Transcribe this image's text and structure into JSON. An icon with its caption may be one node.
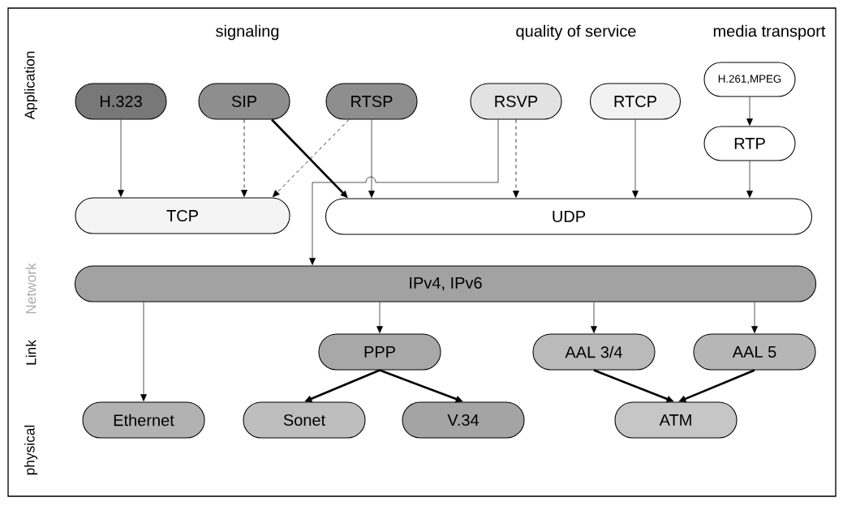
{
  "diagram": {
    "nodes": [
      {
        "text": [
          "H.323"
        ]
      },
      {
        "text": [
          "SIP"
        ]
      },
      {
        "text": [
          "RTSP"
        ]
      },
      {
        "text": [
          "RSVP"
        ]
      },
      {
        "text": [
          "RTCP"
        ]
      },
      {
        "text": [
          "H.261,MPEG"
        ]
      },
      {
        "text": [
          "RTP"
        ]
      },
      {
        "text": [
          "TCP"
        ]
      },
      {
        "text": [
          "UDP"
        ]
      },
      {
        "text": [
          "IPv4, IPv6"
        ]
      },
      {
        "text": [
          "PPP"
        ]
      },
      {
        "text": [
          "AAL 3/4"
        ]
      },
      {
        "text": [
          "AAL 5"
        ]
      },
      {
        "text": [
          "Ethernet"
        ]
      },
      {
        "text": [
          "Sonet"
        ]
      },
      {
        "text": [
          "V.34"
        ]
      },
      {
        "text": [
          "ATM"
        ]
      }
    ],
    "edges": [
      {
        "from": 0,
        "to": 7,
        "arrow": "to"
      },
      {
        "from": 1,
        "to": 7,
        "arrow": "to",
        "style": "dashed"
      },
      {
        "from": 1,
        "to": 8,
        "arrow": "to",
        "style": "thick"
      },
      {
        "from": 2,
        "to": 7,
        "arrow": "to",
        "style": "dashed"
      },
      {
        "from": 2,
        "to": 8,
        "arrow": "to"
      },
      {
        "from": 3,
        "to": 9,
        "arrow": "to"
      },
      {
        "from": 3,
        "to": 8,
        "arrow": "to",
        "style": "dashed"
      },
      {
        "from": 4,
        "to": 8,
        "arrow": "to"
      },
      {
        "from": 5,
        "to": 6,
        "arrow": "to"
      },
      {
        "from": 6,
        "to": 8,
        "arrow": "to"
      },
      {
        "from": 9,
        "to": 13,
        "arrow": "to"
      },
      {
        "from": 9,
        "to": 10,
        "arrow": "to"
      },
      {
        "from": 9,
        "to": 11,
        "arrow": "to"
      },
      {
        "from": 9,
        "to": 12,
        "arrow": "to"
      },
      {
        "from": 10,
        "to": 14,
        "arrow": "to",
        "style": "thick"
      },
      {
        "from": 10,
        "to": 15,
        "arrow": "to",
        "style": "thick"
      },
      {
        "from": 11,
        "to": 16,
        "arrow": "to",
        "style": "thick"
      },
      {
        "from": 12,
        "to": 16,
        "arrow": "to",
        "style": "thick"
      }
    ],
    "labels": [
      "signaling",
      "quality of service",
      "media transport",
      "Application",
      "Network",
      "Link",
      "physical"
    ]
  }
}
